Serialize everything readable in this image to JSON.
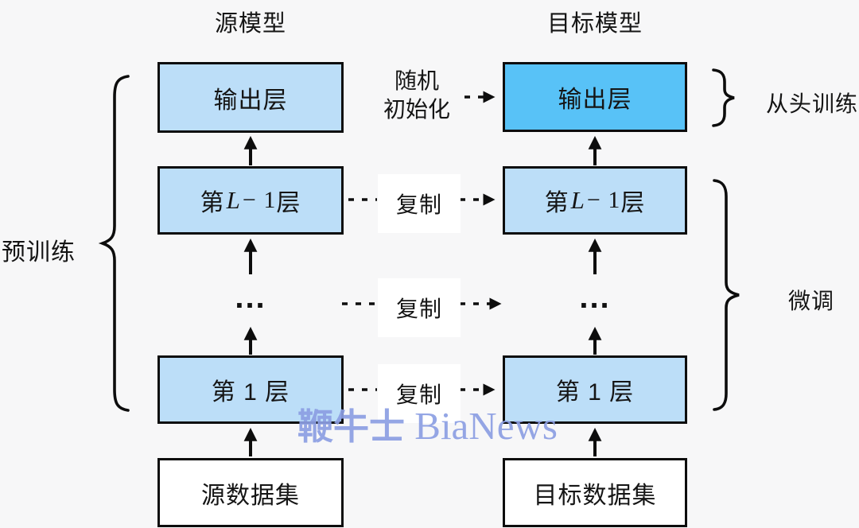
{
  "titles": {
    "source": "源模型",
    "target": "目标模型"
  },
  "source_column": {
    "output_layer": "输出层",
    "layer_lminus1": {
      "prefix": "第 ",
      "var": "L",
      "mid": " − 1 ",
      "suffix": "层"
    },
    "dots": "...",
    "layer_1": "第 1 层",
    "dataset": "源数据集"
  },
  "target_column": {
    "output_layer": "输出层",
    "layer_lminus1": {
      "prefix": "第 ",
      "var": "L",
      "mid": " − 1 ",
      "suffix": "层"
    },
    "dots": "...",
    "layer_1": "第 1 层",
    "dataset": "目标数据集"
  },
  "middle": {
    "random_init_line1": "随机",
    "random_init_line2": "初始化",
    "copy_labels": [
      "复制",
      "复制",
      "复制"
    ]
  },
  "annotations": {
    "pretrain": "预训练",
    "train_from_scratch": "从头训练",
    "finetune": "微调"
  },
  "watermark": {
    "cjk": "鞭牛士",
    "latin": " BiaNews"
  },
  "colors": {
    "background": "#F7F7F8",
    "box_light_blue": "#BCDEF8",
    "box_accent_blue": "#58C2F7",
    "box_white": "#FFFFFF",
    "border_black": "#0D0D0D",
    "watermark_blue": "#8C9FE3"
  }
}
